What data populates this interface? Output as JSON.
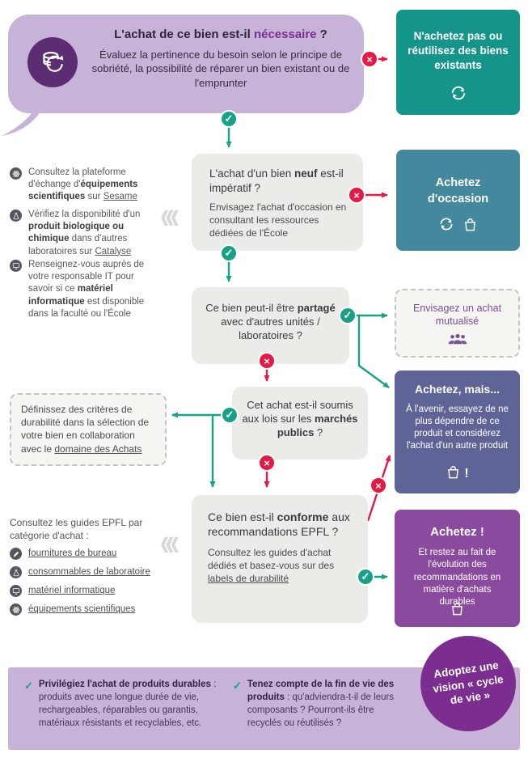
{
  "colors": {
    "lilac": "#c8b3d8",
    "deep_purple_icon": "#5c2d73",
    "teal_green_box": "#15958a",
    "steel_teal_box": "#44889e",
    "indigo_box": "#5e6496",
    "purple_box": "#8a4a9d",
    "badge_purple": "#7b2e8f",
    "yes_green": "#17a286",
    "no_red": "#e51944",
    "question_gray": "#ebebe8"
  },
  "icons": {
    "check": "✓",
    "cross": "×",
    "chevrons": "‹‹‹",
    "alert": "!",
    "cycle": "cycle-arrows-icon",
    "bag": "shopping-bag-icon",
    "people": "people-group-icon",
    "database": "database-reuse-icon"
  },
  "bubble": {
    "title": {
      "pre": "L'achat de ce bien est-il ",
      "em": "nécessaire",
      "post": " ?"
    },
    "body": "Évaluez la pertinence du besoin selon le principe de sobriété, la possibilité de réparer un bien existant ou de l'emprunter"
  },
  "questions": {
    "q2": {
      "pre": "L'achat d'un bien ",
      "em": "neuf",
      "post": " est-il impératif ?",
      "body": "Envisagez l'achat d'occasion en consultant les ressources dédiées de l'École"
    },
    "q3": {
      "pre": "Ce bien peut-il être ",
      "em": "partagé",
      "post": " avec d'autres unités / laboratoires ?"
    },
    "q4": {
      "pre": "Cet achat est-il soumis aux lois sur les ",
      "em": "marchés publics",
      "post": " ?"
    },
    "q5": {
      "pre": "Ce bien est-il ",
      "em": "conforme",
      "post": " aux recommandations EPFL ?",
      "body_pre": "Consultez les guides d'achat dédiés et basez-vous sur des ",
      "body_link": "labels de durabilité"
    }
  },
  "outcomes": {
    "no_buy": {
      "title": "N'achetez pas ou réutilisez des biens existants"
    },
    "second_hand": {
      "title": "Achetez d'occasion"
    },
    "mutual": {
      "title": "Envisagez un achat mutualisé"
    },
    "buy_but": {
      "title": "Achetez, mais...",
      "body": "À l'avenir, essayez de ne plus dépendre de ce produit et considérez l'achat d'un autre produit"
    },
    "buy": {
      "title": "Achetez !",
      "body": "Et restez au fait de l'évolution des recommandations en matière d'achats durables"
    }
  },
  "aside": {
    "items": [
      {
        "icon": "atom-icon",
        "pre": "Consultez la plateforme d'échange d'",
        "em": "équipements scientifiques",
        "mid": " sur ",
        "link": "Sesame"
      },
      {
        "icon": "flask-icon",
        "pre": "Vérifiez la disponibilité d'un ",
        "em": "produit biologique ou chimique",
        "mid": " dans d'autres laboratoires sur ",
        "link": "Catalyse"
      },
      {
        "icon": "monitor-icon",
        "pre": "Renseignez-vous auprès de votre responsable IT pour savoir si ce ",
        "em": "matériel informatique",
        "mid": " est disponible dans la faculté ou l'École",
        "link": ""
      }
    ]
  },
  "advice": {
    "pre": "Définissez des critères de durabilité dans la sélection de votre bien en collaboration avec le ",
    "link": "domaine des Achats"
  },
  "guides": {
    "intro": "Consultez les guides EPFL par catégorie d'achat :",
    "items": [
      {
        "icon": "pencil-icon",
        "label": "fournitures de bureau"
      },
      {
        "icon": "flask-icon",
        "label": "consommables de laboratoire"
      },
      {
        "icon": "monitor-icon",
        "label": "matériel informatique"
      },
      {
        "icon": "atom-icon",
        "label": "équipements scientifiques"
      }
    ]
  },
  "footer": {
    "tips": [
      {
        "em": "Privilégiez l'achat de produits durables",
        "rest": " : produits avec une longue durée de vie, rechargeables, réparables ou garantis, matériaux résistants et recyclables, etc."
      },
      {
        "em": "Tenez compte de la fin de vie des produits",
        "rest": " : qu'adviendra-t-il de leurs composants ? Pourront-ils être recyclés ou réutilisés ?"
      }
    ],
    "badge": "Adoptez une vision « cycle de vie »"
  }
}
